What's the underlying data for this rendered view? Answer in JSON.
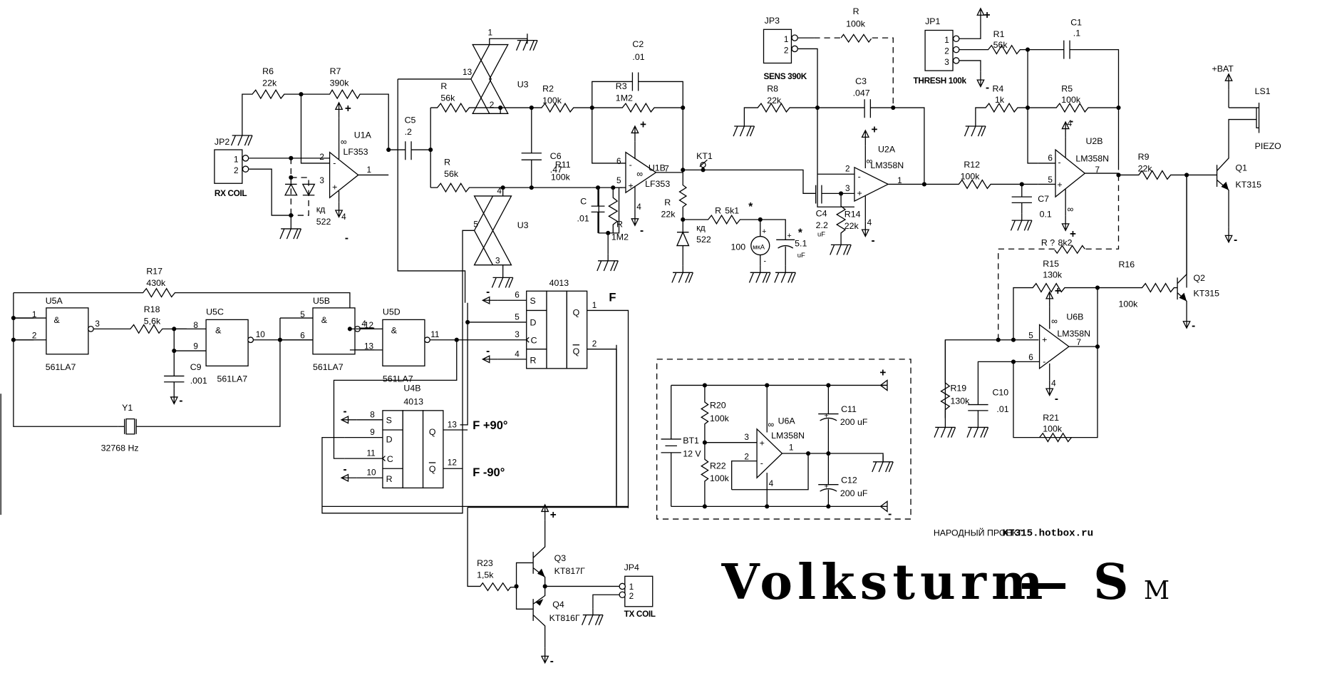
{
  "title": {
    "main": "Volksturm",
    "dash": "—",
    "suffix_letter": "S",
    "suffix_sub": "M",
    "project": "НАРОДНЫЙ ПРОЕКТ",
    "website": "KT315.hotbox.ru"
  },
  "connectors": {
    "jp2": {
      "ref": "JP2",
      "caption": "RX COIL",
      "pins": [
        "1",
        "2"
      ]
    },
    "jp3": {
      "ref": "JP3",
      "caption": "SENS 390K",
      "pins": [
        "1",
        "2"
      ]
    },
    "jp1": {
      "ref": "JP1",
      "caption": "THRESH 100k",
      "pins": [
        "1",
        "2",
        "3"
      ]
    },
    "jp4": {
      "ref": "JP4",
      "caption": "TX COIL",
      "pins": [
        "1",
        "2"
      ]
    },
    "ls1": {
      "ref": "LS1",
      "caption": "PIEZO"
    },
    "bat": {
      "label": "+BAT"
    },
    "kt1": {
      "ref": "KT1"
    }
  },
  "resistors": {
    "r6": {
      "ref": "R6",
      "value": "22k"
    },
    "r7": {
      "ref": "R7",
      "value": "390k"
    },
    "r_56k_top": {
      "ref": "R",
      "value": "56k"
    },
    "r_56k_bot": {
      "ref": "R",
      "value": "56k"
    },
    "r2": {
      "ref": "R2",
      "value": "100k"
    },
    "r3": {
      "ref": "R3",
      "value": "1M2"
    },
    "r11": {
      "ref": "R11",
      "value": "100k"
    },
    "r_1m2": {
      "ref": "R",
      "value": "1M2"
    },
    "r_22k": {
      "ref": "R",
      "value": "22k"
    },
    "r_5k1": {
      "ref": "R",
      "value": "5k1",
      "mark": "*"
    },
    "r_sens": {
      "ref": "R",
      "value": "100k"
    },
    "r8": {
      "ref": "R8",
      "value": "22k"
    },
    "r14": {
      "ref": "R14",
      "value": "22k"
    },
    "r12": {
      "ref": "R12",
      "value": "100k"
    },
    "r1": {
      "ref": "R1",
      "value": "56k"
    },
    "r4": {
      "ref": "R4",
      "value": "1k"
    },
    "r5": {
      "ref": "R5",
      "value": "100k"
    },
    "r9": {
      "ref": "R9",
      "value": "22k"
    },
    "r_8k2": {
      "ref": "R ?",
      "value": "8k2"
    },
    "r15": {
      "ref": "R15",
      "value": "130k"
    },
    "r16": {
      "ref": "R16",
      "value": "100k"
    },
    "r19": {
      "ref": "R19",
      "value": "130k"
    },
    "r21": {
      "ref": "R21",
      "value": "100k"
    },
    "r17": {
      "ref": "R17",
      "value": "430k"
    },
    "r18": {
      "ref": "R18",
      "value": "5,6k"
    },
    "r20": {
      "ref": "R20",
      "value": "100k"
    },
    "r22": {
      "ref": "R22",
      "value": "100k"
    },
    "r23": {
      "ref": "R23",
      "value": "1,5k"
    }
  },
  "capacitors": {
    "c5": {
      "ref": "C5",
      "value": ".2"
    },
    "c2": {
      "ref": "C2",
      "value": ".01"
    },
    "c6": {
      "ref": "C6",
      "value": ".47"
    },
    "c_01": {
      "ref": "C",
      "value": ".01"
    },
    "c3": {
      "ref": "C3",
      "value": ".047"
    },
    "c4": {
      "ref": "C4",
      "value": "2.2",
      "unit": "uF"
    },
    "c_5u1": {
      "value": "5.1",
      "unit": "uF",
      "mark": "*"
    },
    "c1": {
      "ref": "C1",
      "value": ".1"
    },
    "c7": {
      "ref": "C7",
      "value": "0.1"
    },
    "c10": {
      "ref": "C10",
      "value": ".01"
    },
    "c9": {
      "ref": "C9",
      "value": ".001"
    },
    "c11": {
      "ref": "C11",
      "value": "200 uF"
    },
    "c12": {
      "ref": "C12",
      "value": "200 uF"
    }
  },
  "opamps": {
    "u1a": {
      "ref": "U1A",
      "part": "LF353",
      "pins": {
        "inv": "2",
        "noninv": "3",
        "out": "1",
        "vneg": "4"
      }
    },
    "u1b": {
      "ref": "U1B",
      "part": "LF353",
      "pins": {
        "inv": "6",
        "noninv": "5",
        "out": "7",
        "vneg": "4"
      }
    },
    "u2a": {
      "ref": "U2A",
      "part": "LM358N",
      "pins": {
        "inv": "2",
        "noninv": "3",
        "out": "1",
        "vneg": "4"
      }
    },
    "u2b": {
      "ref": "U2B",
      "part": "LM358N",
      "pins": {
        "inv": "6",
        "noninv": "5",
        "out": "7",
        "vneg": "4"
      }
    },
    "u6b": {
      "ref": "U6B",
      "part": "LM358N",
      "pins": {
        "inv": "6",
        "noninv": "5",
        "out": "7",
        "vneg": "4"
      }
    },
    "u6a": {
      "ref": "U6A",
      "part": "LM358N",
      "pins": {
        "inv": "2",
        "noninv": "3",
        "out": "1",
        "vneg": "4"
      }
    }
  },
  "switches": {
    "u3_top": {
      "ref": "U3",
      "pins": [
        "1",
        "13",
        "2"
      ]
    },
    "u3_bot": {
      "ref": "U3",
      "pins": [
        "4",
        "5",
        "3"
      ]
    }
  },
  "gates": {
    "u5a": {
      "ref": "U5A",
      "part": "561LA7",
      "symbol": "&",
      "pins": [
        "1",
        "2",
        "3"
      ]
    },
    "u5c": {
      "ref": "U5C",
      "part": "561LA7",
      "symbol": "&",
      "pins": [
        "8",
        "9",
        "10"
      ]
    },
    "u5b": {
      "ref": "U5B",
      "part": "561LA7",
      "symbol": "&",
      "pins": [
        "5",
        "6",
        "4"
      ]
    },
    "u5d": {
      "ref": "U5D",
      "part": "561LA7",
      "symbol": "&",
      "pins": [
        "12",
        "13",
        "11"
      ]
    }
  },
  "flipflops": {
    "ff_top": {
      "ref": "",
      "part": "4013",
      "inputs": [
        "S",
        "D",
        "C",
        "R"
      ],
      "in_pins": [
        "6",
        "5",
        "3",
        "4"
      ],
      "out_pins": [
        "1",
        "2"
      ],
      "q": "Q",
      "qbar": "Q",
      "signal": "F"
    },
    "u4b": {
      "ref": "U4B",
      "part": "4013",
      "inputs": [
        "S",
        "D",
        "C",
        "R"
      ],
      "in_pins": [
        "8",
        "9",
        "11",
        "10"
      ],
      "out_pins": [
        "13",
        "12"
      ],
      "q": "Q",
      "qbar": "Q",
      "signal_q": "F +90°",
      "signal_qbar": "F -90°"
    }
  },
  "diodes": {
    "d_rx": {
      "ref": "кд",
      "part": "522"
    },
    "d_det": {
      "ref": "кд",
      "part": "522"
    }
  },
  "meter": {
    "value": "100",
    "label": "мкА",
    "plus": "+",
    "minus": "-"
  },
  "crystal": {
    "ref": "Y1",
    "freq": "32768 Hz"
  },
  "transistors": {
    "q1": {
      "ref": "Q1",
      "part": "KT315"
    },
    "q2": {
      "ref": "Q2",
      "part": "KT315"
    },
    "q3": {
      "ref": "Q3",
      "part": "KT817Г"
    },
    "q4": {
      "ref": "Q4",
      "part": "KT816Г"
    }
  },
  "battery": {
    "ref": "BT1",
    "value": "12 V"
  },
  "rails": {
    "plus": "+",
    "minus": "-",
    "inf": "∞",
    "four": "4"
  }
}
